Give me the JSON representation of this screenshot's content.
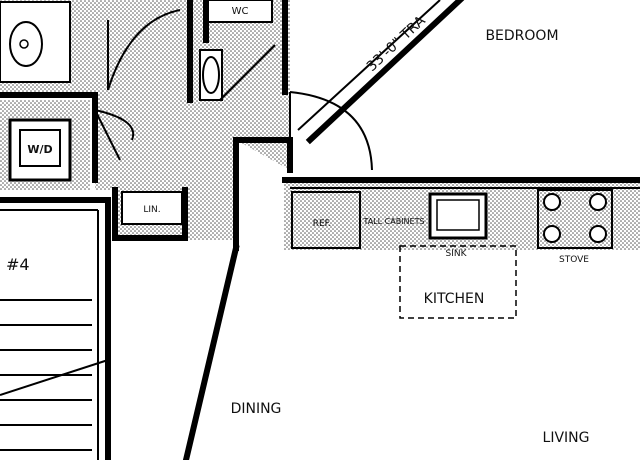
{
  "rooms": {
    "bedroom": "BEDROOM",
    "kitchen": "KITCHEN",
    "dining": "DINING",
    "living": "LIVING"
  },
  "fixtures": {
    "washer_dryer": "W/D",
    "water_closet": "WC",
    "linen": "LIN.",
    "refrigerator": "REF.",
    "tall_cabinets": "TALL CABINETS",
    "sink": "SINK",
    "stove": "STOVE"
  },
  "dimension": "33'-0\" TRA",
  "unit_number": "#4"
}
